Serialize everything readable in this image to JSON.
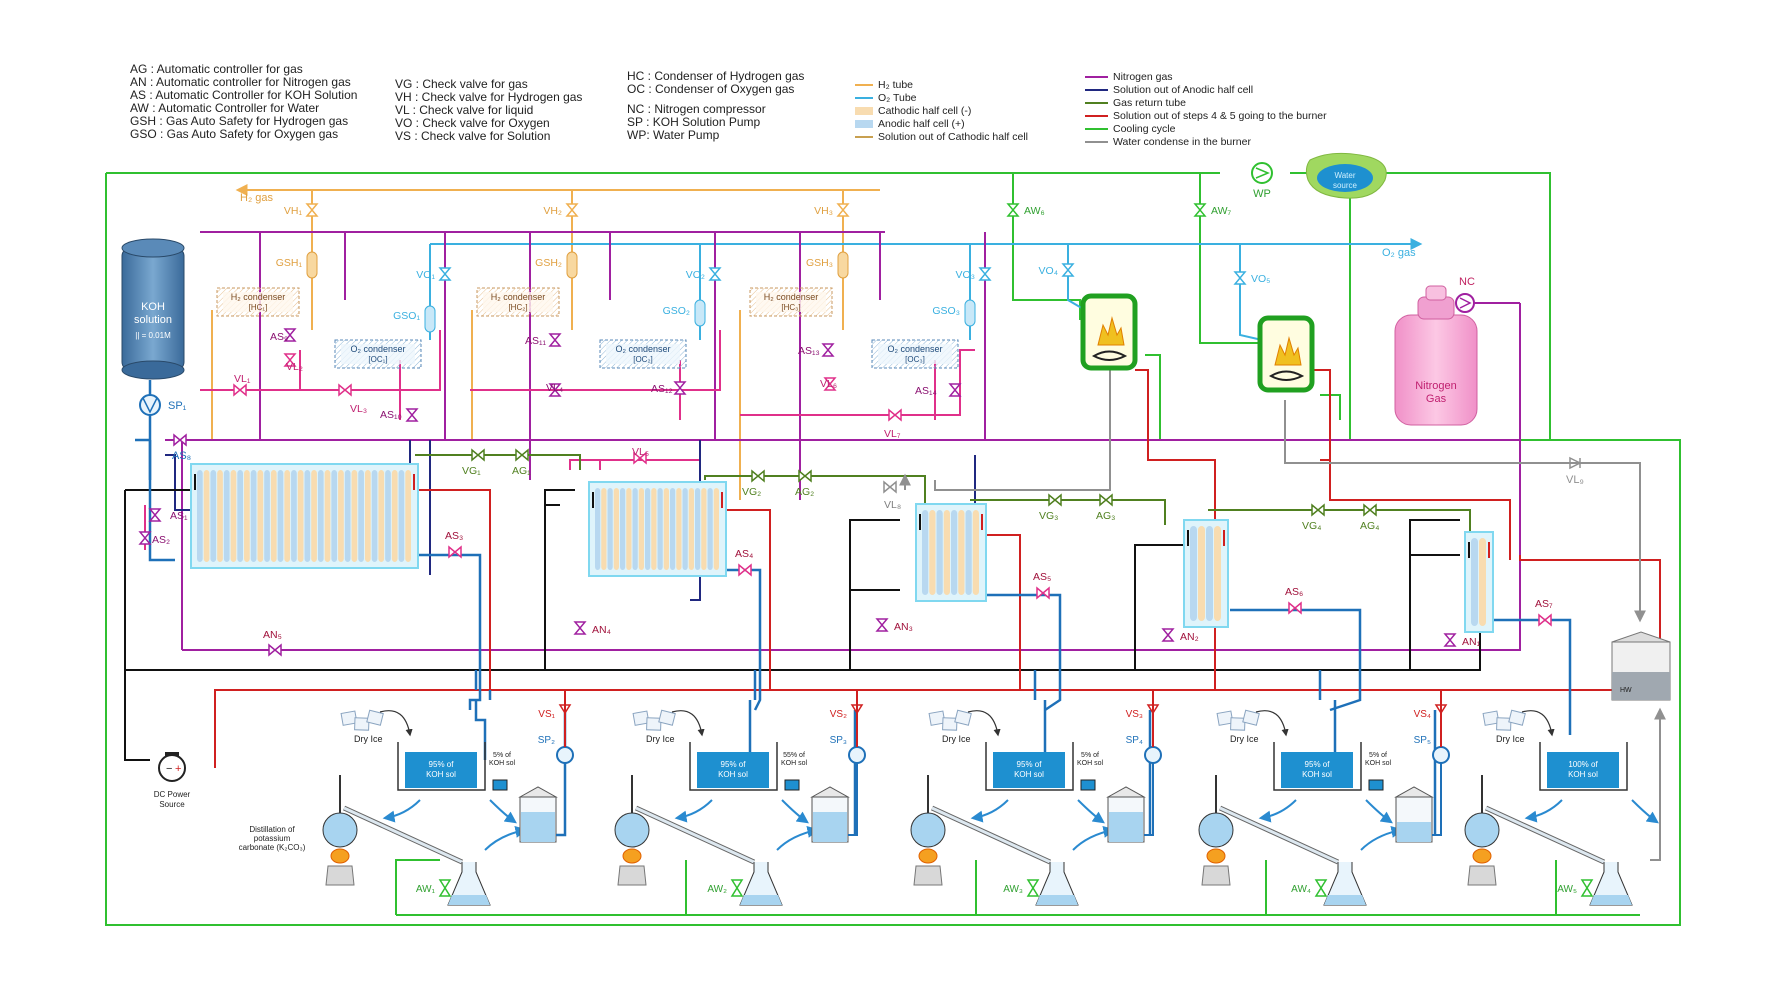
{
  "legend": {
    "col1": [
      "AG : Automatic controller for gas",
      "AN : Automatic controller for Nitrogen gas",
      "AS : Automatic Controller for KOH Solution",
      "AW : Automatic Controller for Water",
      "GSH : Gas Auto Safety for Hydrogen gas",
      "GSO : Gas Auto Safety for Oxygen gas"
    ],
    "col2": [
      "VG : Check valve for gas",
      "VH : Check valve for Hydrogen gas",
      "VL : Check valve for liquid",
      "VO : Check valve for Oxygen",
      "VS : Check valve for Solution"
    ],
    "col3": [
      "HC : Condenser of Hydrogen gas",
      "OC : Condenser of Oxygen gas",
      "",
      "NC : Nitrogen compressor",
      "SP : KOH Solution Pump",
      "WP: Water Pump"
    ],
    "col4": [
      {
        "color": "#f0b050",
        "label": "H₂ tube"
      },
      {
        "color": "#3ab0e0",
        "label": "O₂ Tube"
      },
      {
        "color": "#f8dcb0",
        "label": "Cathodic half cell (-)"
      },
      {
        "color": "#b8d8f0",
        "label": "Anodic half cell (+)"
      },
      {
        "color": "#c8a050",
        "label": "Solution out of Cathodic half cell"
      }
    ],
    "col5": [
      {
        "color": "#a020a0",
        "label": "Nitrogen gas"
      },
      {
        "color": "#202880",
        "label": "Solution out of Anodic half cell"
      },
      {
        "color": "#508020",
        "label": "Gas return tube"
      },
      {
        "color": "#d02020",
        "label": "Solution out of steps 4 & 5 going to the burner"
      },
      {
        "color": "#30c030",
        "label": "Cooling cycle"
      },
      {
        "color": "#909090",
        "label": "Water condense in the burner"
      }
    ]
  },
  "labels": {
    "h2_gas": "H₂ gas",
    "o2_gas": "O₂ gas",
    "koh_tank": [
      "KOH",
      "solution",
      "|| = 0.01M"
    ],
    "nitrogen_tank": [
      "Nitrogen",
      "Gas"
    ],
    "water_source": [
      "Water",
      "source"
    ],
    "dc_power": [
      "DC Power",
      "Source"
    ],
    "distillation": [
      "Distillation of",
      "potassium",
      "carbonate (K₂CO₃)"
    ],
    "hw": "HW",
    "nc": "NC",
    "wp": "WP",
    "dry_ice": "Dry Ice",
    "sp1": "SP₁",
    "as8": "AS₈",
    "vl9": "VL₉"
  },
  "h_condensers": [
    {
      "line1": "H₂ condenser",
      "line2": "[HC₁]"
    },
    {
      "line1": "H₂ condenser",
      "line2": "[HC₂]"
    },
    {
      "line1": "H₂ condenser",
      "line2": "[HC₃]"
    }
  ],
  "o_condensers": [
    {
      "line1": "O₂ condenser",
      "line2": "[OC₁]"
    },
    {
      "line1": "O₂ condenser",
      "line2": "[OC₂]"
    },
    {
      "line1": "O₂ condenser",
      "line2": "[OC₃]"
    }
  ],
  "top_valves": [
    "VH₁",
    "VH₂",
    "VH₃",
    "GSH₁",
    "GSH₂",
    "GSH₃",
    "VO₁",
    "VO₂",
    "VO₃",
    "GSO₁",
    "GSO₂",
    "GSO₃",
    "AW₆",
    "AW₇",
    "VO₄",
    "VO₅"
  ],
  "stage_valves": [
    {
      "vg": "VG₁",
      "ag": "AG₁",
      "as": "AS₃",
      "an": "AN₅"
    },
    {
      "vg": "VG₂",
      "ag": "AG₂",
      "as": "AS₄",
      "an": "AN₄"
    },
    {
      "vg": "VG₃",
      "ag": "AG₃",
      "as": "AS₅",
      "an": "AN₃"
    },
    {
      "vg": "VG₄",
      "ag": "AG₄",
      "as": "AS₆",
      "an": "AN₂"
    },
    {
      "as": "AS₇",
      "an": "AN₁"
    }
  ],
  "mid_valves": [
    "VL₁",
    "VL₂",
    "VL₃",
    "VL₄",
    "VL₅",
    "VL₆",
    "VL₇",
    "VL₈",
    "AS₁",
    "AS₂",
    "AS₉",
    "AS₁₀",
    "AS₁₁",
    "AS₁₂",
    "AS₁₃",
    "AS₁₄"
  ],
  "bottom_units": [
    {
      "tank": [
        "95% of",
        "KOH sol"
      ],
      "small": [
        "5% of",
        "KOH sol"
      ],
      "vs": "VS₁",
      "sp": "SP₂",
      "aw": "AW₁"
    },
    {
      "tank": [
        "95% of",
        "KOH sol"
      ],
      "small": [
        "55% of",
        "KOH sol"
      ],
      "vs": "VS₂",
      "sp": "SP₃",
      "aw": "AW₂"
    },
    {
      "tank": [
        "95% of",
        "KOH sol"
      ],
      "small": [
        "5% of",
        "KOH sol"
      ],
      "vs": "VS₃",
      "sp": "SP₄",
      "aw": "AW₃"
    },
    {
      "tank": [
        "95% of",
        "KOH sol"
      ],
      "small": [
        "5% of",
        "KOH sol"
      ],
      "vs": "VS₄",
      "sp": "SP₅",
      "aw": "AW₄"
    },
    {
      "tank": [
        "100% of",
        "KOH sol"
      ],
      "small": [],
      "vs": "",
      "sp": "",
      "aw": "AW₅"
    }
  ],
  "colors": {
    "h2": "#f0b050",
    "o2": "#3ab0e0",
    "nitrogen": "#a020a0",
    "anodic_out": "#202880",
    "gas_return": "#508020",
    "burner_feed": "#d02020",
    "cooling": "#30c030",
    "condensate": "#909090",
    "pink": "#e0308a"
  }
}
